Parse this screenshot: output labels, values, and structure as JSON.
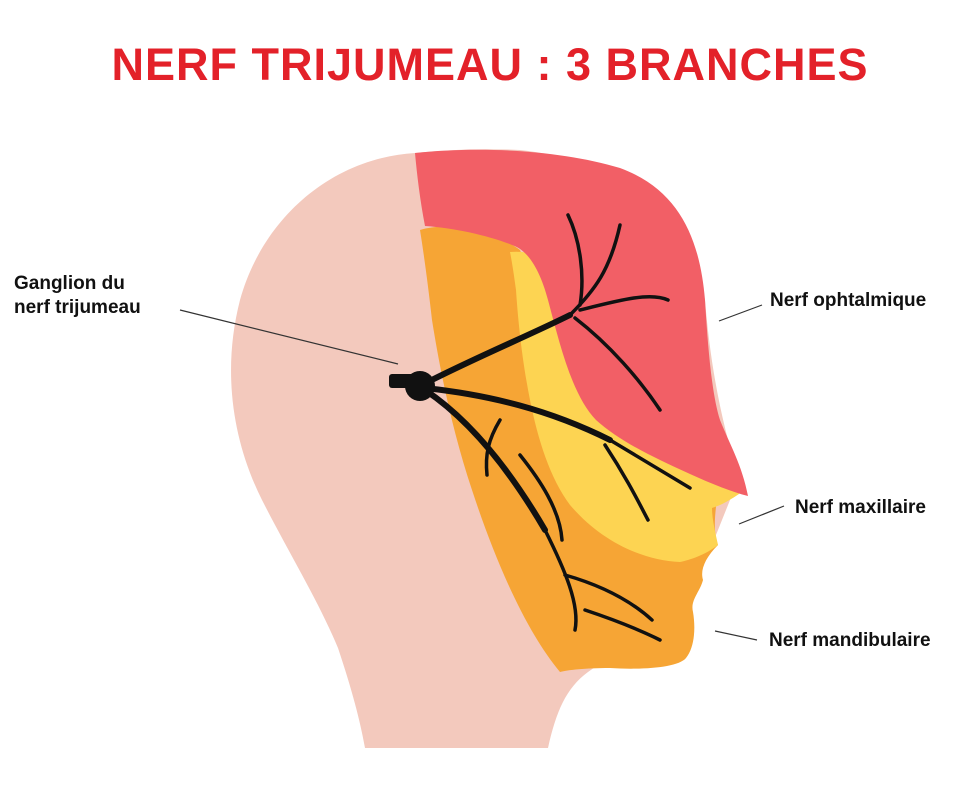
{
  "title": "NERF TRIJUMEAU : 3 BRANCHES",
  "labels": {
    "ganglion_line1": "Ganglion du",
    "ganglion_line2": "nerf trijumeau",
    "ophtalmique": "Nerf ophtalmique",
    "maxillaire": "Nerf maxillaire",
    "mandibulaire": "Nerf mandibulaire"
  },
  "colors": {
    "title": "#e32129",
    "head": "#f3c9bd",
    "ophthalmic_zone": "#f25f66",
    "maxillary_zone": "#fdd452",
    "mandibular_zone": "#f6a535",
    "nerve": "#111111",
    "leader_line": "#333333"
  }
}
